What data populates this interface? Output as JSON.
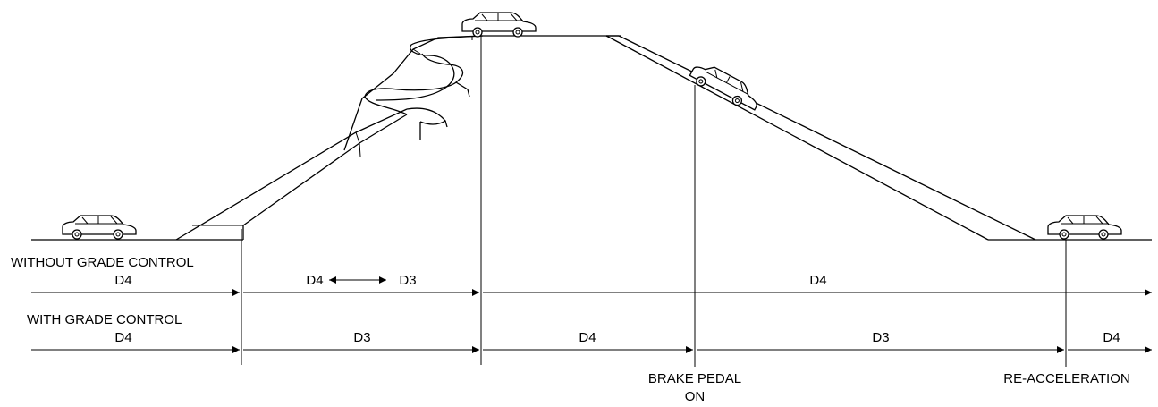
{
  "title": "",
  "rows": {
    "without": {
      "label": "WITHOUT GRADE CONTROL",
      "segments": [
        "D4",
        "D4",
        "D3",
        "D4"
      ]
    },
    "with": {
      "label": "WITH GRADE CONTROL",
      "segments": [
        "D4",
        "D3",
        "D4",
        "D3",
        "D4"
      ]
    }
  },
  "events": {
    "brake_line1": "BRAKE PEDAL",
    "brake_line2": "ON",
    "reaccel": "RE-ACCELERATION"
  },
  "icons": [
    "car-icon",
    "winding-road-icon",
    "arrow-icon",
    "double-arrow-icon"
  ],
  "colors": {
    "ink": "#000000",
    "background": "#ffffff"
  }
}
